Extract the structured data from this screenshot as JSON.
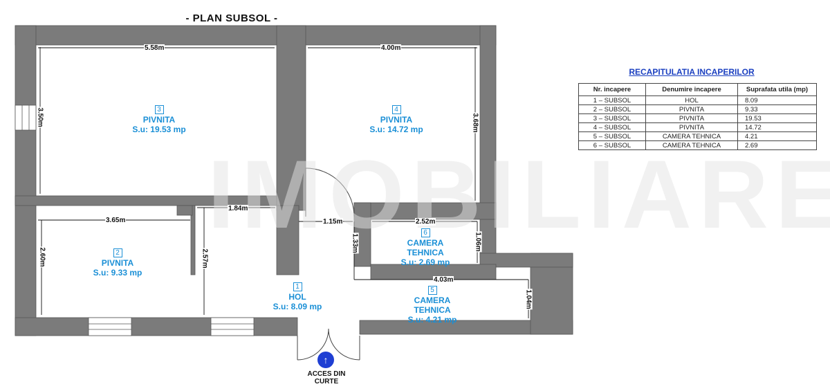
{
  "title": "- PLAN SUBSOL -",
  "rooms": [
    {
      "num": "1",
      "name_lines": [
        "HOL"
      ],
      "area": "S.u: 8.09 mp"
    },
    {
      "num": "2",
      "name_lines": [
        "PIVNITA"
      ],
      "area": "S.u: 9.33 mp"
    },
    {
      "num": "3",
      "name_lines": [
        "PIVNITA"
      ],
      "area": "S.u: 19.53 mp"
    },
    {
      "num": "4",
      "name_lines": [
        "PIVNITA"
      ],
      "area": "S.u: 14.72 mp"
    },
    {
      "num": "5",
      "name_lines": [
        "CAMERA",
        "TEHNICA"
      ],
      "area": "S.u: 4.21 mp"
    },
    {
      "num": "6",
      "name_lines": [
        "CAMERA",
        "TEHNICA"
      ],
      "area": "S.u: 2.69 mp"
    }
  ],
  "dimensions": {
    "d558": "5.58m",
    "d350": "3.50m",
    "d400": "4.00m",
    "d368": "3.68m",
    "d365": "3.65m",
    "d184": "1.84m",
    "d260": "2.60m",
    "d257": "2.57m",
    "d115": "1.15m",
    "d133": "1.33m",
    "d252": "2.52m",
    "d106": "1.06m",
    "d403": "4.03m",
    "d104": "1.04m"
  },
  "entry": {
    "icon": "arrow-up-icon",
    "line1": "ACCES DIN",
    "line2": "CURTE"
  },
  "recap": {
    "title": "RECAPITULATIA INCAPERILOR",
    "headers": [
      "Nr. incapere",
      "Denumire incapere",
      "Suprafata utila (mp)"
    ],
    "rows": [
      [
        "1  –  SUBSOL",
        "HOL",
        "8.09"
      ],
      [
        "2  –  SUBSOL",
        "PIVNITA",
        "9.33"
      ],
      [
        "3  –  SUBSOL",
        "PIVNITA",
        "19.53"
      ],
      [
        "4  –  SUBSOL",
        "PIVNITA",
        "14.72"
      ],
      [
        "5  –  SUBSOL",
        "CAMERA  TEHNICA",
        "4.21"
      ],
      [
        "6  –  SUBSOL",
        "CAMERA  TEHNICA",
        "2.69"
      ]
    ]
  },
  "colors": {
    "wall": "#7b7b7b",
    "room_label": "#1a8fd6",
    "table_title": "#1a3fc0",
    "entry_circle": "#1f3fd3"
  }
}
